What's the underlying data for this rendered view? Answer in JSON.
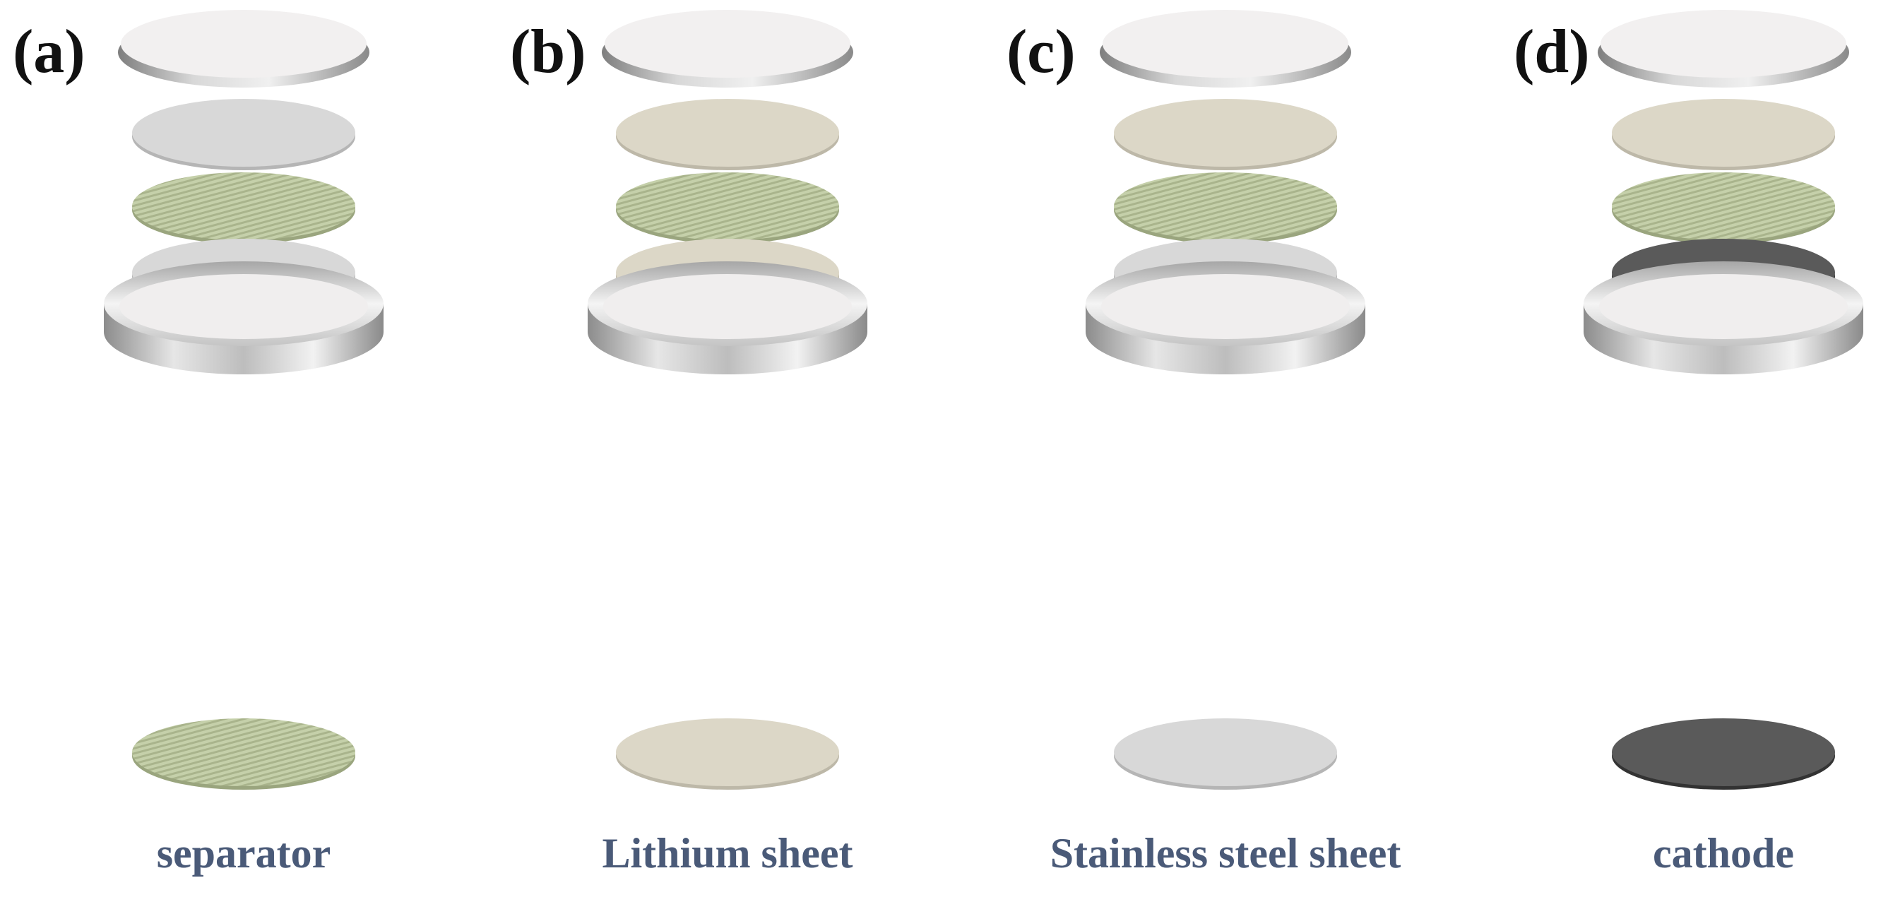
{
  "panels": [
    {
      "letter": "(a)",
      "stack": [
        "cap",
        "steel",
        "separator",
        "steel",
        "case"
      ],
      "legend_material": "separator",
      "legend_label": "separator"
    },
    {
      "letter": "(b)",
      "stack": [
        "cap",
        "lithium",
        "separator",
        "lithium",
        "case"
      ],
      "legend_material": "lithium",
      "legend_label": "Lithium sheet"
    },
    {
      "letter": "(c)",
      "stack": [
        "cap",
        "lithium",
        "separator",
        "steel",
        "case"
      ],
      "legend_material": "steel",
      "legend_label": "Stainless steel sheet"
    },
    {
      "letter": "(d)",
      "stack": [
        "cap",
        "lithium",
        "separator",
        "cathode",
        "case"
      ],
      "legend_material": "cathode",
      "legend_label": "cathode"
    }
  ],
  "materials": {
    "cap": {
      "top": "#f2f0f0",
      "edge": "#9a9a9a"
    },
    "steel": {
      "top": "#d8d8d8",
      "edge": "#b5b5b5"
    },
    "lithium": {
      "top": "#dcd7c7",
      "edge": "#bdb8a8"
    },
    "separator": {
      "top": "#c3cea8",
      "edge": "#9aa57e"
    },
    "cathode": {
      "top": "#5a5a5a",
      "edge": "#333333"
    },
    "case": {
      "top": "#f0eeee",
      "edge": "#9a9a9a"
    }
  }
}
